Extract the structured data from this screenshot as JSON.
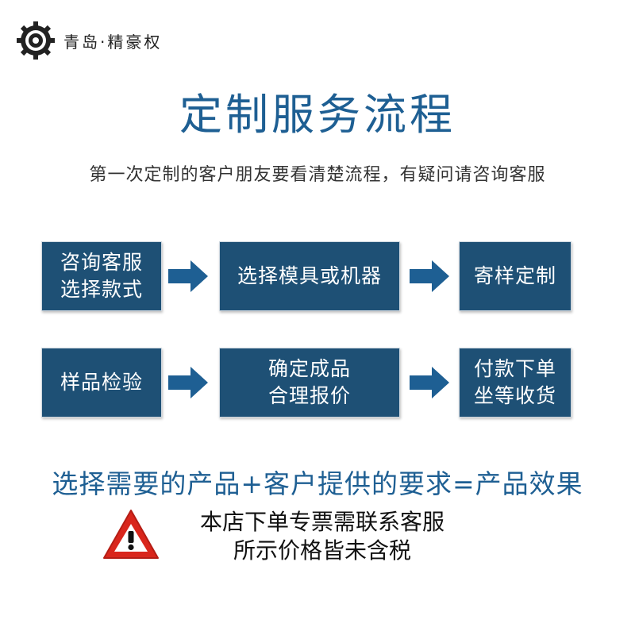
{
  "header": {
    "brand": "青岛·精豪权",
    "logo_icon": "gear-emblem-icon"
  },
  "title": "定制服务流程",
  "subtitle": "第一次定制的客户朋友要看清楚流程，有疑问请咨询客服",
  "flow": {
    "row1": [
      {
        "line1": "咨询客服",
        "line2": "选择款式"
      },
      {
        "line1": "选择模具或机器"
      },
      {
        "line1": "寄样定制"
      }
    ],
    "row2": [
      {
        "line1": "样品检验"
      },
      {
        "line1": "确定成品",
        "line2": "合理报价"
      },
      {
        "line1": "付款下单",
        "line2": "坐等收货"
      }
    ],
    "arrow_icon": "right-arrow-icon"
  },
  "formula": "选择需要的产品+客户提供的要求=产品效果",
  "notice": {
    "line1": "本店下单专票需联系客服",
    "line2": "所示价格皆未含税",
    "icon": "warning-triangle-icon"
  },
  "colors": {
    "title": "#1e5f93",
    "box": "#1e5075",
    "arrow": "#1e5f93",
    "warning": "#d9261c"
  }
}
